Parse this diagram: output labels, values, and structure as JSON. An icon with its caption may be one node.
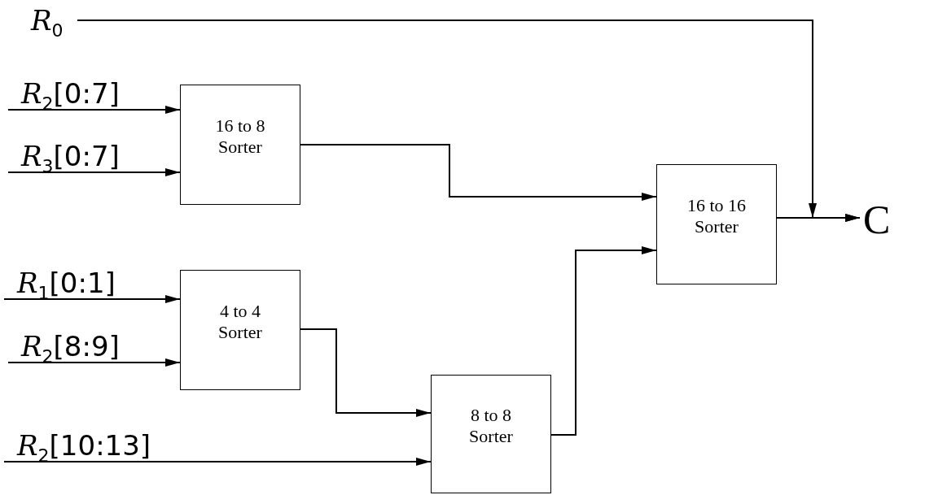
{
  "diagram": {
    "nodes": [
      {
        "text": [
          "*R*$_{0}$"
        ]
      },
      {
        "text": [
          "*R*$_{2}$[0:7]"
        ]
      },
      {
        "text": [
          "*R*$_{3}$[0:7]"
        ]
      },
      {
        "text": [
          "16 to 8 Sorter"
        ]
      },
      {
        "text": [
          "*R*$_{1}$[0:1]"
        ]
      },
      {
        "text": [
          "*R*$_{2}$[8:9]"
        ]
      },
      {
        "text": [
          "4 to 4 Sorter"
        ]
      },
      {
        "text": [
          "*R*$_{2}$[10:13]"
        ]
      },
      {
        "text": [
          "8 to 8 Sorter"
        ]
      },
      {
        "text": [
          "16 to 16 Sorter"
        ]
      },
      {
        "text": [
          "C"
        ]
      }
    ],
    "edges": [
      {
        "from": 1,
        "to": 3,
        "arrow": "to"
      },
      {
        "from": 2,
        "to": 3,
        "arrow": "to"
      },
      {
        "from": 3,
        "to": 9,
        "arrow": "to"
      },
      {
        "from": 4,
        "to": 6,
        "arrow": "to"
      },
      {
        "from": 5,
        "to": 6,
        "arrow": "to"
      },
      {
        "from": 6,
        "to": 8,
        "arrow": "to"
      },
      {
        "from": 7,
        "to": 8,
        "arrow": "to"
      },
      {
        "from": 8,
        "to": 9,
        "arrow": "to"
      },
      {
        "from": 9,
        "to": 10,
        "arrow": "to"
      },
      {
        "from": 0,
        "to": 10,
        "arrow": "to"
      }
    ]
  }
}
